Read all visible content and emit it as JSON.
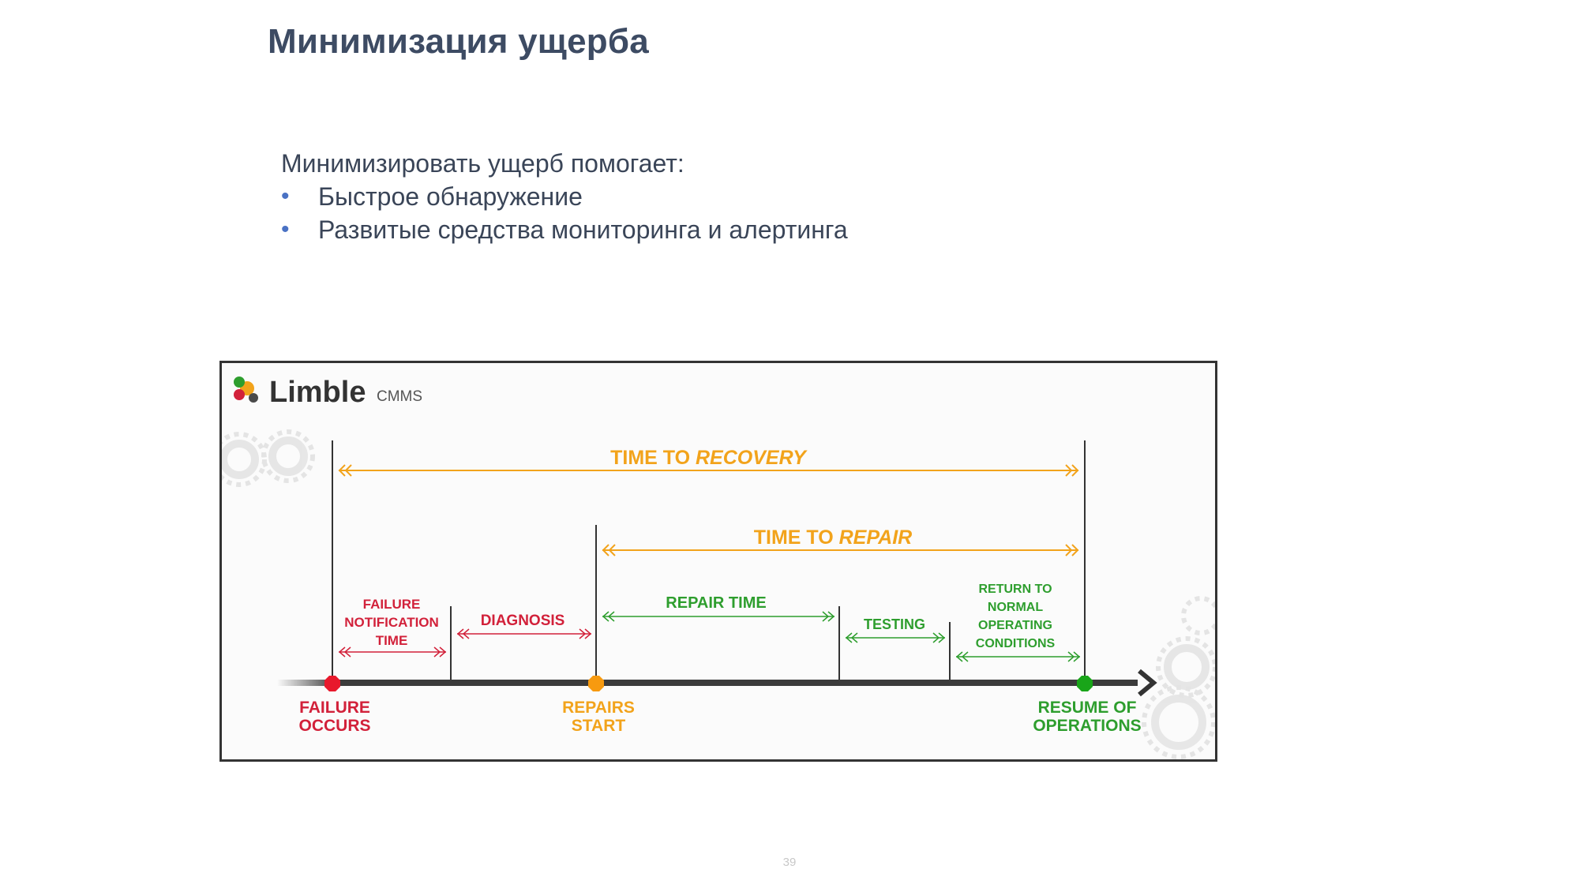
{
  "slide": {
    "title": "Минимизация ущерба",
    "intro": "Минимизировать ущерб помогает:",
    "bullets": [
      "Быстрое обнаружение",
      "Развитые средства мониторинга и алертинга"
    ],
    "bullet_glyph": "•",
    "page_number": "39"
  },
  "diagram": {
    "logo": {
      "brand": "Limble",
      "suffix": "CMMS"
    },
    "spans": {
      "ttr_prefix": "TIME TO ",
      "ttr_em": "RECOVERY",
      "ttrep_prefix": "TIME TO ",
      "ttrep_em": "REPAIR"
    },
    "phases": {
      "notification_1": "FAILURE",
      "notification_2": "NOTIFICATION",
      "notification_3": "TIME",
      "diagnosis": "DIAGNOSIS",
      "repair_time": "REPAIR TIME",
      "testing": "TESTING",
      "return_1": "RETURN TO",
      "return_2": "NORMAL",
      "return_3": "OPERATING",
      "return_4": "CONDITIONS"
    },
    "milestones": {
      "failure_1": "FAILURE",
      "failure_2": "OCCURS",
      "repairs_1": "REPAIRS",
      "repairs_2": "START",
      "resume_1": "RESUME OF",
      "resume_2": "OPERATIONS"
    },
    "colors": {
      "orange": "#f2a31b",
      "red": "#d2213a",
      "green": "#2e9e2e",
      "axis": "#3b3b3b",
      "marker_red": "#e8192c",
      "marker_orange": "#f79a0f",
      "marker_green": "#19a519"
    }
  }
}
